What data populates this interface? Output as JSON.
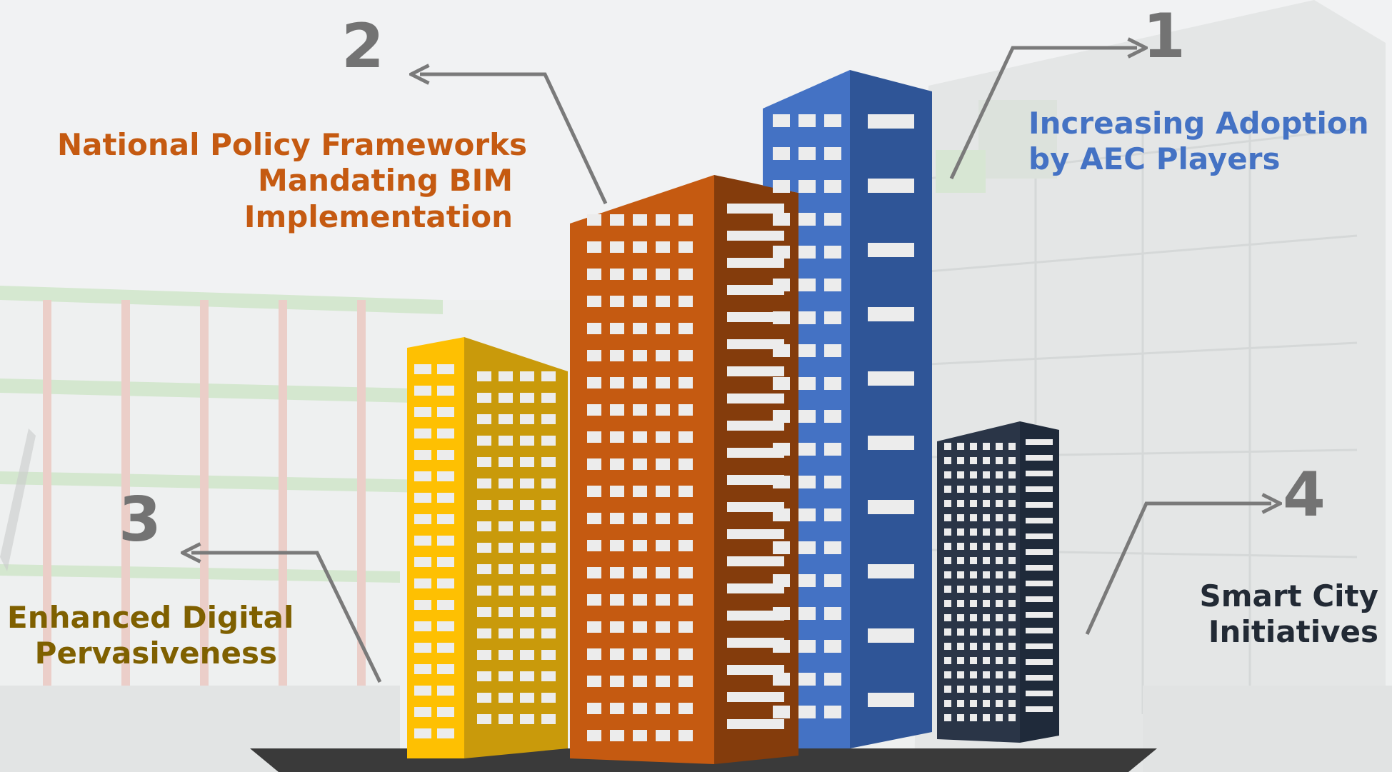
{
  "colors": {
    "yellow_front": "#fec002",
    "yellow_side": "#c99a0b",
    "orange_front": "#c55a11",
    "orange_side": "#843c0c",
    "blue_front": "#4472c4",
    "blue_side": "#2f5597",
    "navy_front": "#2a3547",
    "navy_side": "#1f2a3a",
    "arrow": "#7a7a7a",
    "number": "#737373"
  },
  "points": [
    {
      "number": "1",
      "lines": [
        "Increasing Adoption",
        "by AEC Players"
      ],
      "color": "#4472c4"
    },
    {
      "number": "2",
      "lines": [
        "National Policy Frameworks",
        "Mandating BIM",
        "Implementation"
      ],
      "color": "#c55a11"
    },
    {
      "number": "3",
      "lines": [
        "Enhanced Digital",
        "Pervasiveness"
      ],
      "color": "#7f6000"
    },
    {
      "number": "4",
      "lines": [
        "Smart City",
        "Initiatives"
      ],
      "color": "#222a35"
    }
  ],
  "buildings": [
    {
      "name": "yellow",
      "color_key": "yellow"
    },
    {
      "name": "orange",
      "color_key": "orange"
    },
    {
      "name": "blue",
      "color_key": "blue"
    },
    {
      "name": "navy",
      "color_key": "navy"
    }
  ]
}
